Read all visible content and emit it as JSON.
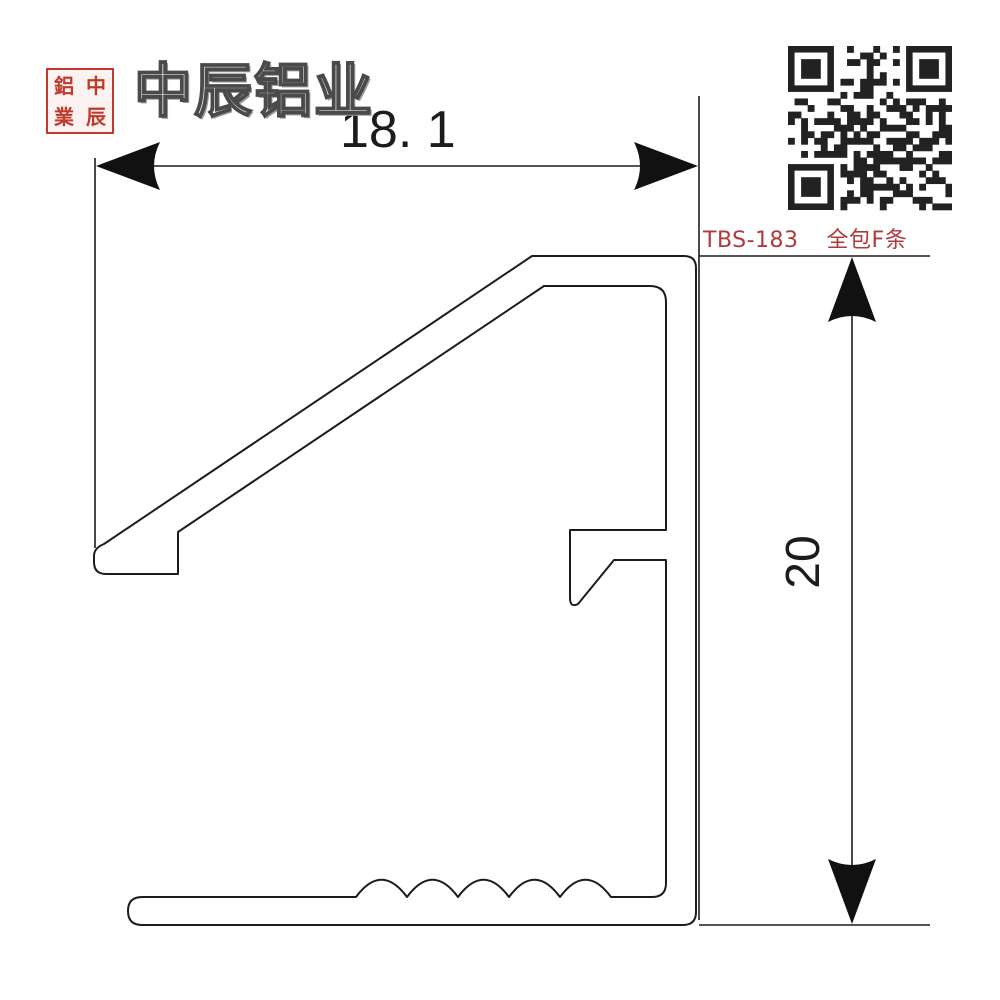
{
  "seal": {
    "chars": [
      "鋁",
      "中",
      "業",
      "辰"
    ]
  },
  "brand": {
    "name": "中辰铝业"
  },
  "dimensions": {
    "width": "18. 1",
    "height": "20"
  },
  "caption": {
    "model": "TBS-183",
    "name": "全包F条"
  },
  "colors": {
    "ink": "#1c1c1c",
    "seal": "#c0392b",
    "caption": "#b03a3a"
  },
  "icons": {
    "qr": "qr-code-icon"
  }
}
